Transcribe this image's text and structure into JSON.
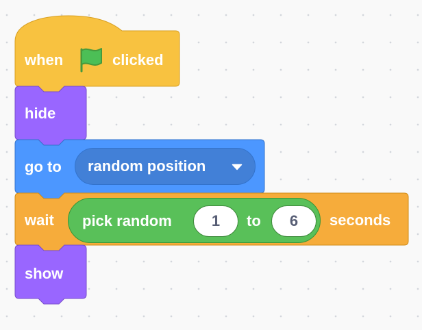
{
  "script": {
    "event_block": {
      "prefix": "when",
      "icon": "green-flag-icon",
      "suffix": "clicked",
      "color": "#ffbf00"
    },
    "hide_block": {
      "label": "hide",
      "color": "#9966ff"
    },
    "goto_block": {
      "label": "go to",
      "dropdown_value": "random position",
      "color": "#4c97ff"
    },
    "wait_block": {
      "label": "wait",
      "suffix": "seconds",
      "color": "#ffab19"
    },
    "random_reporter": {
      "label": "pick random",
      "from": "1",
      "joiner": "to",
      "to": "6",
      "color": "#59c059"
    },
    "show_block": {
      "label": "show",
      "color": "#9966ff"
    }
  }
}
